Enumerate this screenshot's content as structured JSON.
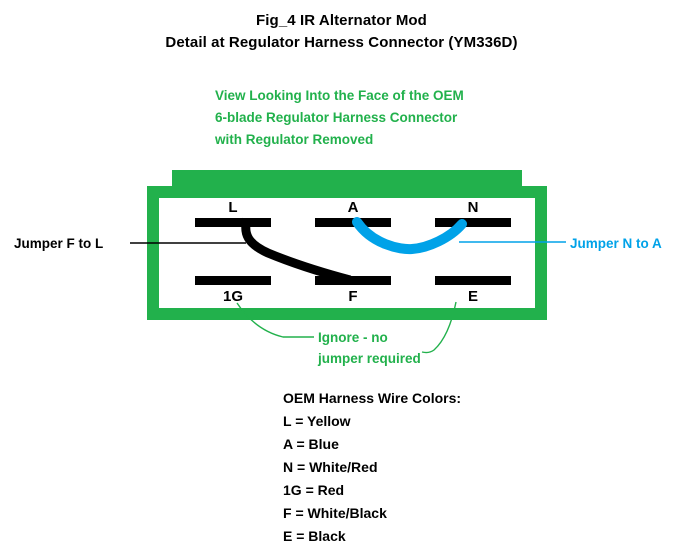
{
  "title": {
    "line1": "Fig_4 IR Alternator Mod",
    "line2": "Detail at Regulator Harness Connector (YM336D)"
  },
  "view_note": {
    "line1": "View Looking Into the Face of the OEM",
    "line2": "6-blade Regulator Harness Connector",
    "line3": "with Regulator Removed"
  },
  "connector": {
    "terminals_top": [
      {
        "label": "L"
      },
      {
        "label": "A"
      },
      {
        "label": "N"
      }
    ],
    "terminals_bottom": [
      {
        "label": "1G"
      },
      {
        "label": "F"
      },
      {
        "label": "E"
      }
    ]
  },
  "callouts": {
    "jumper_f_to_l": "Jumper F to L",
    "jumper_n_to_a": "Jumper N to A",
    "ignore_line1": "Ignore - no",
    "ignore_line2": "jumper required"
  },
  "legend": {
    "title": "OEM Harness Wire Colors:",
    "items": [
      "L = Yellow",
      "A = Blue",
      "N = White/Red",
      "1G = Red",
      "F = White/Black",
      "E = Black"
    ]
  },
  "colors": {
    "green": "#22b14c",
    "blue": "#00a2e8",
    "black": "#000000",
    "white": "#ffffff"
  }
}
